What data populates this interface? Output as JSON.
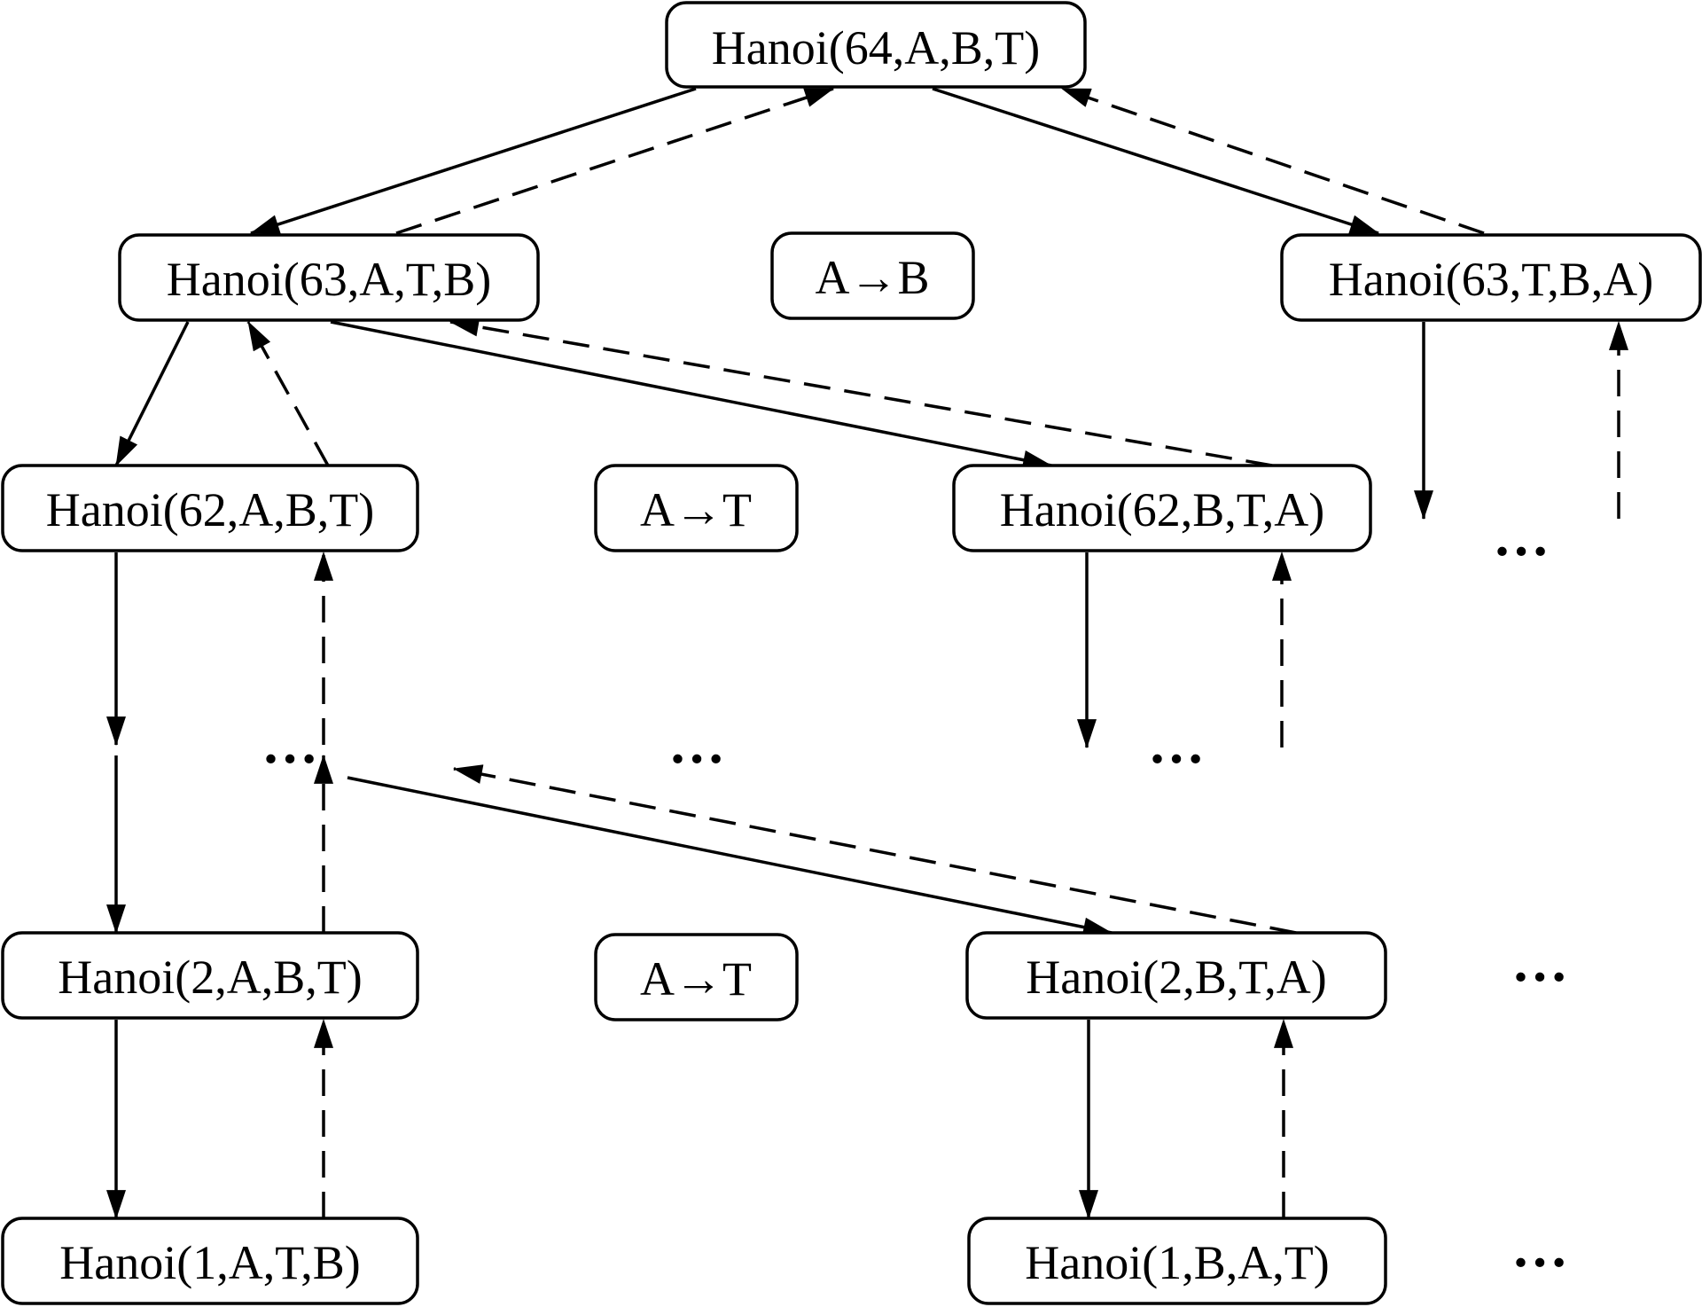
{
  "colors": {
    "background": "#ffffff",
    "stroke": "#000000",
    "text": "#000000"
  },
  "nodes": {
    "h64_ABT": "Hanoi(64,A,B,T)",
    "h63_ATB": "Hanoi(63,A,T,B)",
    "move_AB": "A→B",
    "h63_TBA": "Hanoi(63,T,B,A)",
    "h62_ABT": "Hanoi(62,A,B,T)",
    "move_AT_1": "A→T",
    "h62_BTA": "Hanoi(62,B,T,A)",
    "h2_ABT": "Hanoi(2,A,B,T)",
    "move_AT_2": "A→T",
    "h2_BTA": "Hanoi(2,B,T,A)",
    "h1_ATB": "Hanoi(1,A,T,B)",
    "h1_BAT": "Hanoi(1,B,A,T)"
  },
  "ellipsis": "…"
}
